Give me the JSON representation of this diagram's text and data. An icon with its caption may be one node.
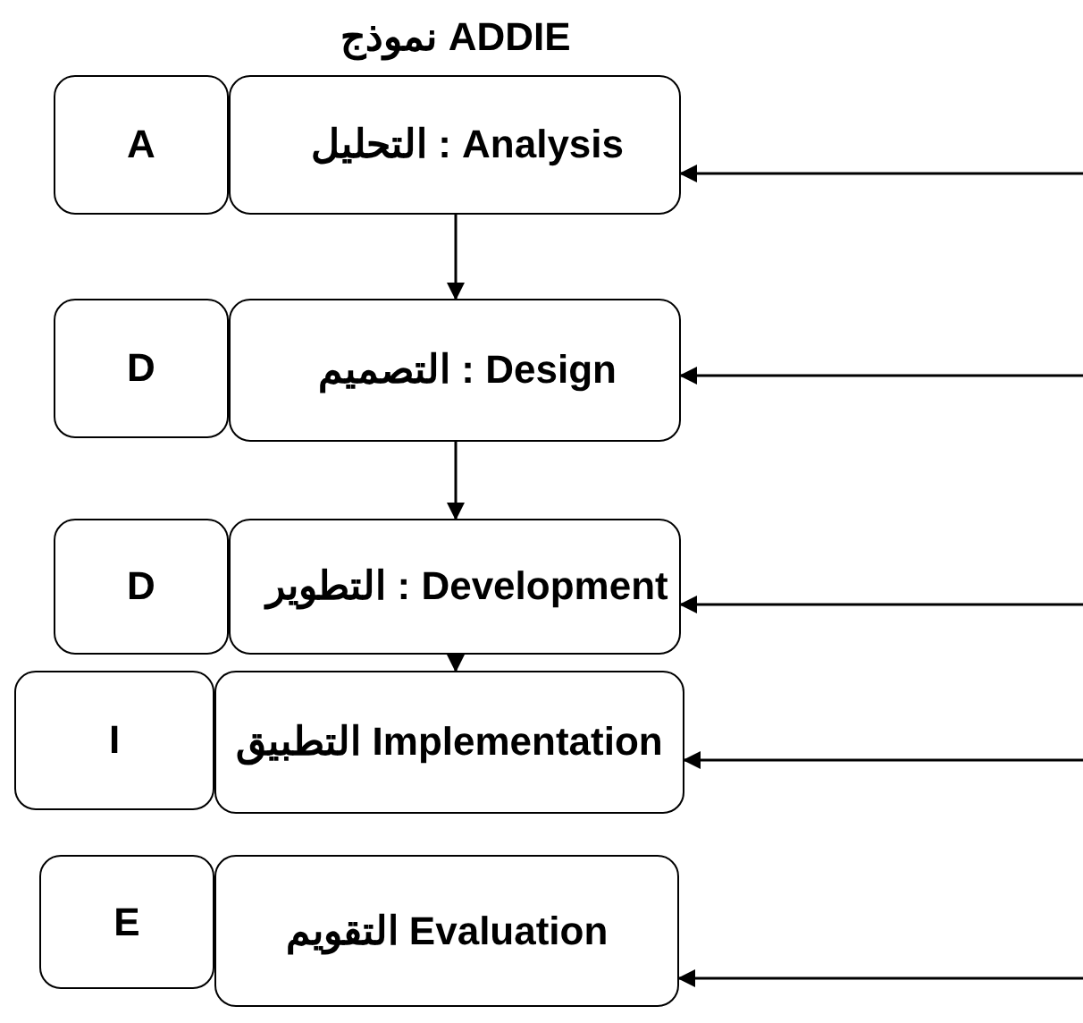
{
  "diagram": {
    "title": "نموذج ADDIE",
    "nodes": [
      {
        "text": [
          "A"
        ]
      },
      {
        "text": [
          "التحليل : Analysis"
        ]
      },
      {
        "text": [
          "D"
        ]
      },
      {
        "text": [
          "التصميم : Design"
        ]
      },
      {
        "text": [
          "D"
        ]
      },
      {
        "text": [
          "التطوير : Development"
        ]
      },
      {
        "text": [
          "I"
        ]
      },
      {
        "text": [
          "التطبيق Implementation"
        ]
      },
      {
        "text": [
          "E"
        ]
      },
      {
        "text": [
          "التقويم Evaluation"
        ]
      }
    ],
    "edges": [
      {
        "from": 1,
        "to": 3,
        "arrow": "to"
      },
      {
        "from": 3,
        "to": 5,
        "arrow": "to"
      },
      {
        "from": 5,
        "to": 7,
        "arrow": "to"
      },
      {
        "from": null,
        "to": 1,
        "arrow": "to"
      },
      {
        "from": null,
        "to": 3,
        "arrow": "to"
      },
      {
        "from": null,
        "to": 5,
        "arrow": "to"
      },
      {
        "from": null,
        "to": 7,
        "arrow": "to"
      },
      {
        "from": null,
        "to": 9,
        "arrow": "to"
      }
    ]
  }
}
